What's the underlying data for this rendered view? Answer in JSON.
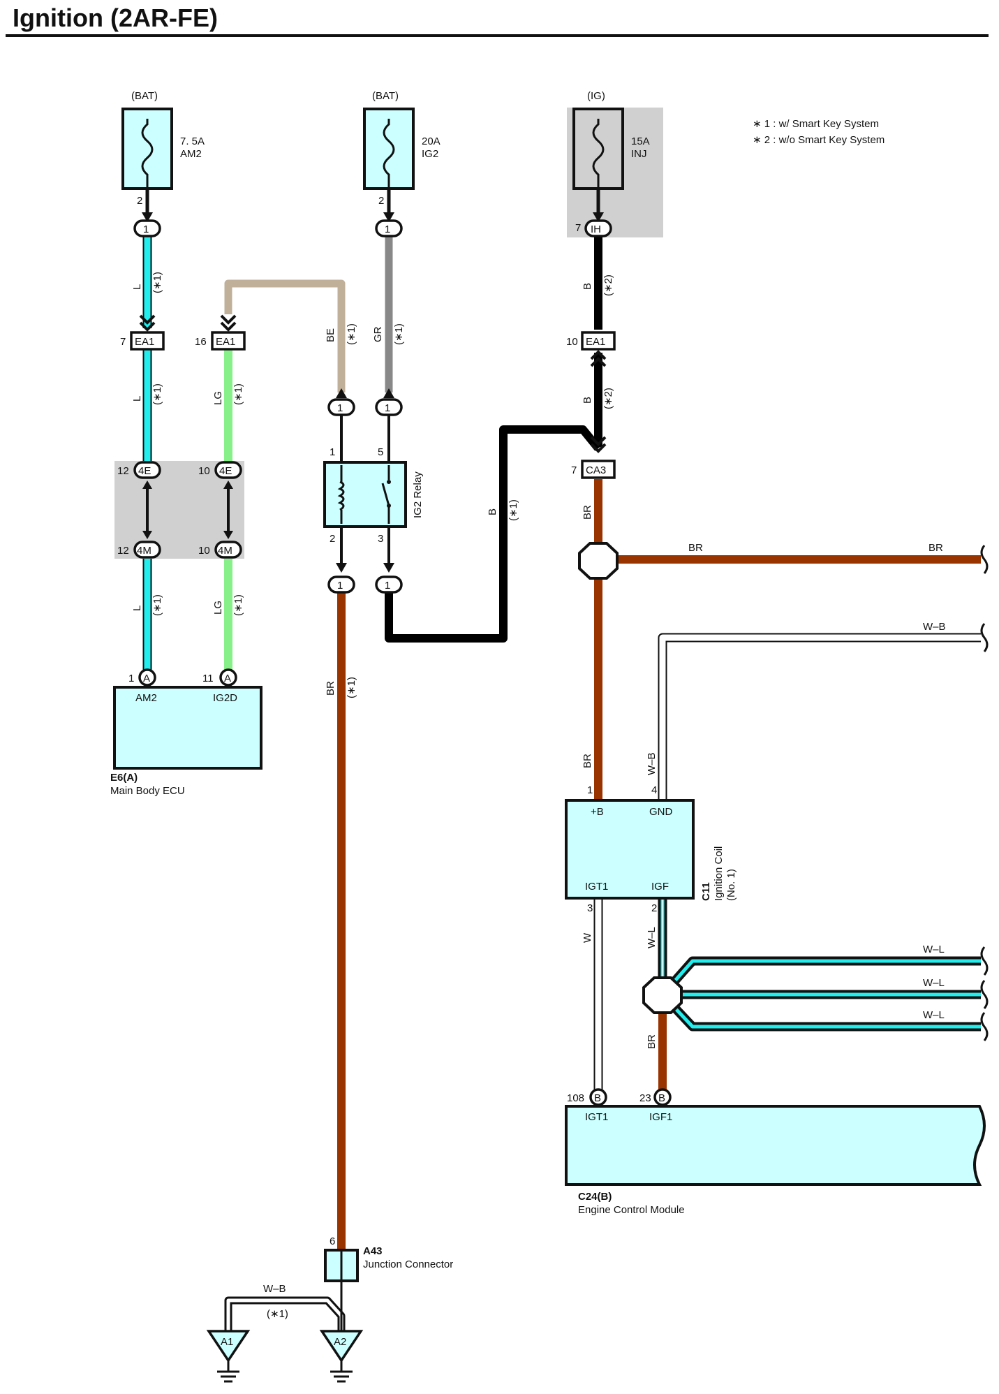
{
  "title": "Ignition (2AR-FE)",
  "colors": {
    "L": "#22eeee",
    "LG": "#88f088",
    "BE": "#c0b09a",
    "GR": "#888888",
    "B": "#000000",
    "BR": "#993300",
    "W": "#ffffff",
    "component_fill": "#ccffff",
    "shade": "#d0d0d0"
  },
  "notes": {
    "note1": "∗ 1 : w/ Smart Key System",
    "note2": "∗ 2 : w/o Smart Key System"
  },
  "fuses": {
    "am2": {
      "source": "(BAT)",
      "rating": "7. 5A",
      "name": "AM2",
      "pin": "2",
      "conn": "1"
    },
    "ig2": {
      "source": "(BAT)",
      "rating": "20A",
      "name": "IG2",
      "pin": "2",
      "conn": "1"
    },
    "inj": {
      "source": "(IG)",
      "rating": "15A",
      "name": "INJ",
      "pin": "7",
      "conn": "IH"
    }
  },
  "connectors": {
    "ea1": "EA1",
    "ca3": "CA3",
    "e4": "4E",
    "m4": "4M",
    "one": "1",
    "A": "A",
    "B": "B",
    "ea1_left_pin": "7",
    "ea1_mid_pin": "16",
    "ea1_right_pin": "10",
    "ca3_pin": "7",
    "e4_pin_left": "12",
    "e4_pin_right": "10",
    "m4_pin_left": "12",
    "m4_pin_right": "10"
  },
  "wire_labels": {
    "L": "L",
    "LG": "LG",
    "BE": "BE",
    "GR": "GR",
    "B": "B",
    "BR": "BR",
    "WB": "W–B",
    "W": "W",
    "WL": "W–L",
    "n1": "(∗1)",
    "n2": "(∗2)"
  },
  "relay": {
    "name": "IG2 Relay",
    "pin1": "1",
    "pin2": "2",
    "pin3": "3",
    "pin5": "5"
  },
  "main_body_ecu": {
    "code": "E6(A)",
    "name": "Main Body ECU",
    "term1": "AM2",
    "term2": "IG2D",
    "pin1": "1",
    "pin2": "11"
  },
  "ignition_coil": {
    "code": "C11",
    "name": "Ignition Coil",
    "sub": "(No. 1)",
    "t_b": "+B",
    "t_gnd": "GND",
    "t_igt": "IGT1",
    "t_igf": "IGF",
    "pin1": "1",
    "pin4": "4",
    "pin3": "3",
    "pin2": "2"
  },
  "ecm": {
    "code": "C24(B)",
    "name": "Engine Control Module",
    "t_igt": "IGT1",
    "t_igf": "IGF1",
    "pin_igt": "108",
    "pin_igf": "23"
  },
  "junction": {
    "code": "A43",
    "name": "Junction Connector",
    "pin": "6"
  },
  "grounds": {
    "a1": "A1",
    "a2": "A2"
  }
}
